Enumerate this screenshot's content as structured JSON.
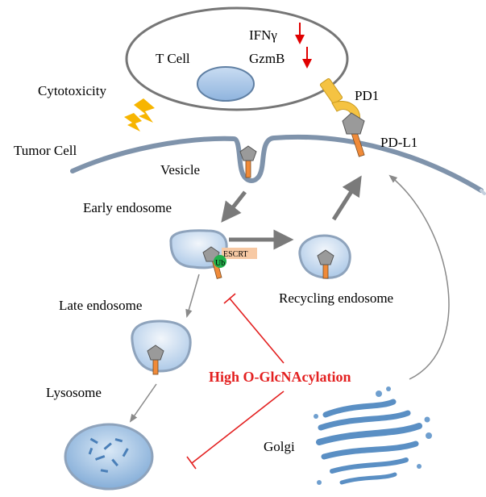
{
  "labels": {
    "t_cell": "T Cell",
    "ifng": "IFNγ",
    "gzmb": "GzmB",
    "cytotoxicity": "Cytotoxicity",
    "pd1": "PD1",
    "pdl1": "PD-L1",
    "tumor_cell": "Tumor Cell",
    "vesicle": "Vesicle",
    "early_endosome": "Early endosome",
    "escrt": "ESCRT",
    "ub": "Ub",
    "recycling_endosome": "Recycling endosome",
    "late_endosome": "Late endosome",
    "lysosome": "Lysosome",
    "high_oglcnac": "High O-GlcNAcylation",
    "golgi": "Golgi"
  },
  "colors": {
    "membrane": "#7f93ab",
    "cell_outline": "#767676",
    "nucleus_fill": "#a9c8ea",
    "nucleus_stroke": "#5f7fa3",
    "endosome_stroke": "#8ea3bc",
    "pdl1_stalk": "#f08a38",
    "pentagon": "#9a9a9a",
    "pd1": "#f5c342",
    "bolt": "#f7b500",
    "down_arrow": "#e00000",
    "inhibit": "#e32020",
    "ub_green": "#22b14c",
    "escrt_bg": "#f7c9a4",
    "gray_arrow": "#7a7a7a",
    "golgi": "#6f9fcf"
  }
}
